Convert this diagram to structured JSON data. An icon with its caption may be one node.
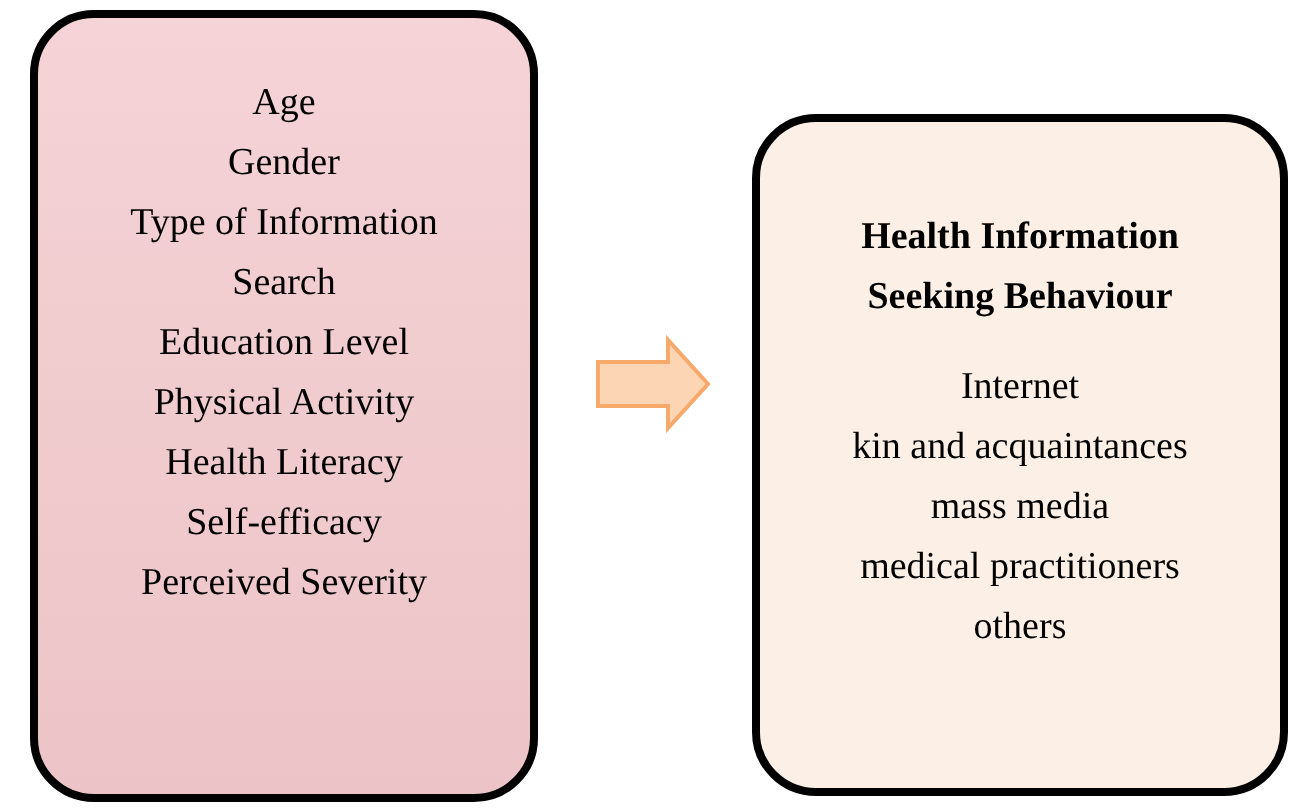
{
  "diagram": {
    "nodes": [
      {
        "text": [
          "Age",
          "Gender",
          "Type of Information Search",
          "Education Level",
          "Physical Activity",
          "Health Literacy",
          "Self-efficacy",
          "Perceived Severity"
        ]
      },
      {
        "text": [
          "Health Information Seeking Behaviour",
          "Internet",
          "kin and acquaintances",
          "mass media",
          "medical practitioners",
          "others"
        ]
      }
    ],
    "edges": [
      {
        "from": 0,
        "to": 1,
        "arrow": "to"
      }
    ]
  }
}
